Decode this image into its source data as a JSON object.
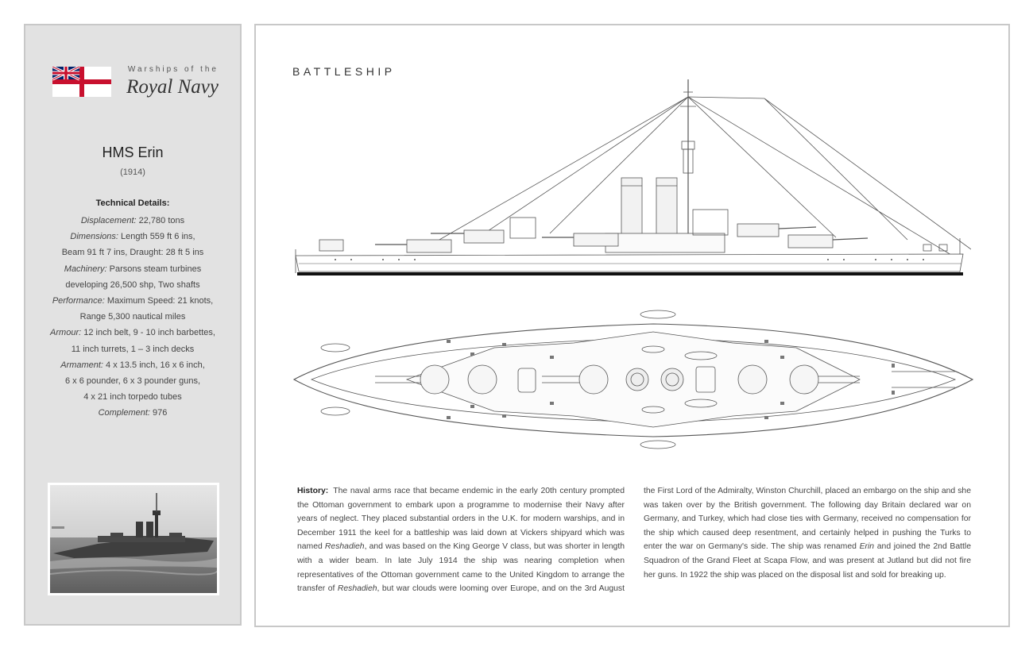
{
  "series": {
    "line1": "Warships of the",
    "line2": "Royal Navy"
  },
  "ship": {
    "name": "HMS Erin",
    "year": "(1914)",
    "kind": "BATTLESHIP"
  },
  "tech": {
    "heading": "Technical Details:",
    "displacement": {
      "label": "Displacement:",
      "value": " 22,780 tons"
    },
    "dimensions": {
      "label": "Dimensions:",
      "value1": " Length 559 ft 6 ins,",
      "value2": "Beam 91 ft 7 ins, Draught: 28 ft 5 ins"
    },
    "machinery": {
      "label": "Machinery:",
      "value1": " Parsons steam turbines",
      "value2": "developing 26,500 shp, Two shafts"
    },
    "performance": {
      "label": "Performance:",
      "value1": " Maximum Speed: 21 knots,",
      "value2": "Range 5,300 nautical miles"
    },
    "armour": {
      "label": "Armour:",
      "value1": " 12 inch belt, 9 - 10 inch barbettes,",
      "value2": "11 inch turrets, 1 – 3 inch decks"
    },
    "armament": {
      "label": "Armament:",
      "value1": " 4 x 13.5 inch, 16 x 6 inch,",
      "value2": "6 x 6 pounder, 6 x 3 pounder guns,",
      "value3": "4 x 21 inch torpedo tubes"
    },
    "complement": {
      "label": "Complement:",
      "value": " 976"
    }
  },
  "history": {
    "label": "History:",
    "p1": "The naval arms race that became endemic in the early 20th century prompted the Ottoman government to embark upon a programme to modernise their Navy after years of neglect. They placed substantial orders in the U.K. for modern warships, and in December 1911 the keel for a battleship was laid down at Vickers shipyard which was named ",
    "name1": "Reshadieh",
    "p2": ", and was based on the King George V class, but was shorter in length with a wider beam. In late July 1914 the ship was nearing completion when representatives of the Ottoman government came to the United Kingdom to arrange the transfer of ",
    "name2": "Reshadieh",
    "p3": ", but war clouds were looming over Europe, and on the 3rd August the First Lord of the Admiralty, Winston Churchill, placed an embargo on the ship and she was taken over by the British government. The following day Britain declared war on Germany, and Turkey, which had close ties with Germany, received no compensation for the ship which caused deep resentment, and certainly helped in pushing the Turks to enter the war on Germany's side. The ship was renamed ",
    "name3": "Erin",
    "p4": " and joined the 2nd Battle Squadron of the Grand Fleet at Scapa Flow, and was present at Jutland but did not fire her guns. In 1922 the ship was placed on the disposal list and sold for breaking up."
  },
  "colors": {
    "sidebar_bg": "#e2e2e2",
    "flag_red": "#c8102e",
    "flag_blue": "#012169"
  },
  "icons": {
    "flag": "white-ensign-icon"
  }
}
